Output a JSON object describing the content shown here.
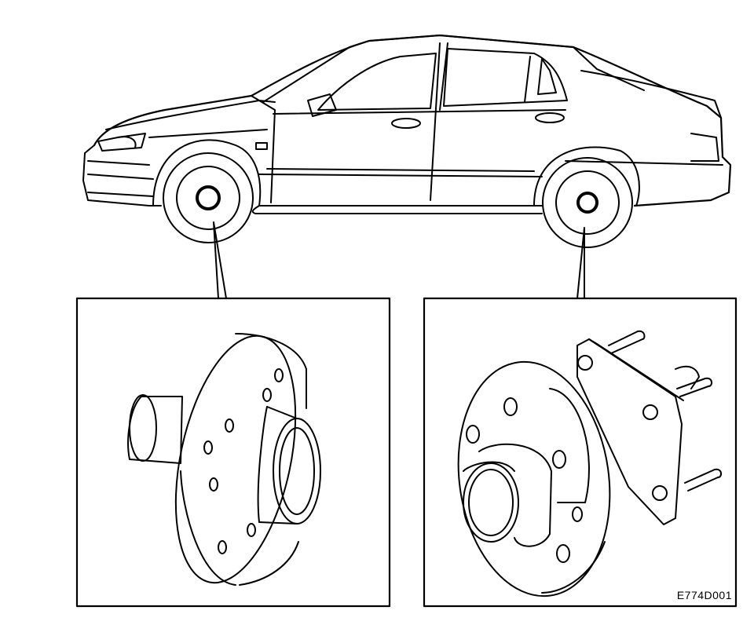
{
  "figure": {
    "reference_code": "E774D001",
    "line_color": "#000000",
    "background_color": "#ffffff",
    "callouts": [
      {
        "target": "front-wheel",
        "detail": "front-wheel-hub"
      },
      {
        "target": "rear-wheel",
        "detail": "rear-wheel-hub-with-studs"
      }
    ]
  }
}
